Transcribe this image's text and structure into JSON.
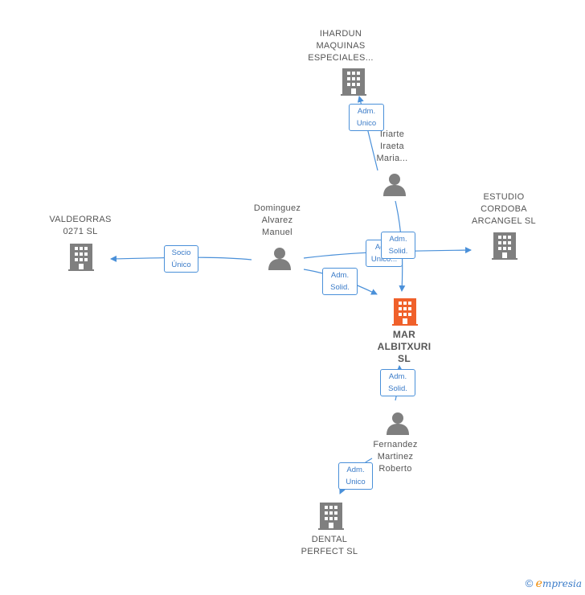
{
  "nodes": {
    "ihardun": {
      "label": "IHARDUN\nMAQUINAS\nESPECIALES..."
    },
    "iriarte": {
      "label": "Iriarte\nIraeta\nMaria..."
    },
    "estudio": {
      "label": "ESTUDIO\nCORDOBA\nARCANGEL  SL"
    },
    "valdeorras": {
      "label": "VALDEORRAS\n0271  SL"
    },
    "dominguez": {
      "label": "Dominguez\nAlvarez\nManuel"
    },
    "mar": {
      "label": "MAR\nALBITXURI\nSL"
    },
    "fernandez": {
      "label": "Fernandez\nMartinez\nRoberto"
    },
    "dental": {
      "label": "DENTAL\nPERFECT  SL"
    }
  },
  "edges": {
    "e_ihardun": {
      "label": "Adm.\nUnico"
    },
    "e_valdeorras": {
      "label": "Socio\nÚnico"
    },
    "e_dom_unico": {
      "label": "Adm.\nUnico..."
    },
    "e_dom_solid": {
      "label": "Adm.\nSolid."
    },
    "e_iriarte_solid": {
      "label": "Adm.\nSolid."
    },
    "e_fernandez_solid": {
      "label": "Adm.\nSolid."
    },
    "e_dental": {
      "label": "Adm.\nUnico"
    }
  },
  "colors": {
    "company": "#7f7f7f",
    "main_company": "#f0602a",
    "person": "#7f7f7f",
    "edge": "#4a90d9"
  },
  "brand": {
    "copyright": "©",
    "e": "e",
    "rest": "mpresia"
  }
}
